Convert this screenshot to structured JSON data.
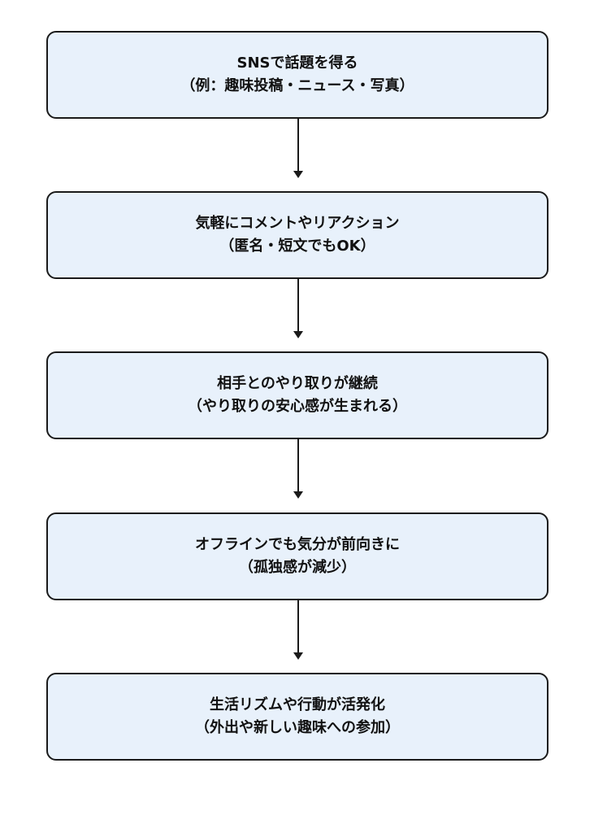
{
  "colors": {
    "box_fill": "#e8f1fb",
    "box_border": "#1a1a1a",
    "text": "#111111",
    "arrow": "#1a1a1a"
  },
  "steps": [
    {
      "line1": "SNSで話題を得る",
      "line2": "（例：趣味投稿・ニュース・写真）"
    },
    {
      "line1": "気軽にコメントやリアクション",
      "line2": "（匿名・短文でもOK）"
    },
    {
      "line1": "相手とのやり取りが継続",
      "line2": "（やり取りの安心感が生まれる）"
    },
    {
      "line1": "オフラインでも気分が前向きに",
      "line2": "（孤独感が減少）"
    },
    {
      "line1": "生活リズムや行動が活発化",
      "line2": "（外出や新しい趣味への参加）"
    }
  ]
}
